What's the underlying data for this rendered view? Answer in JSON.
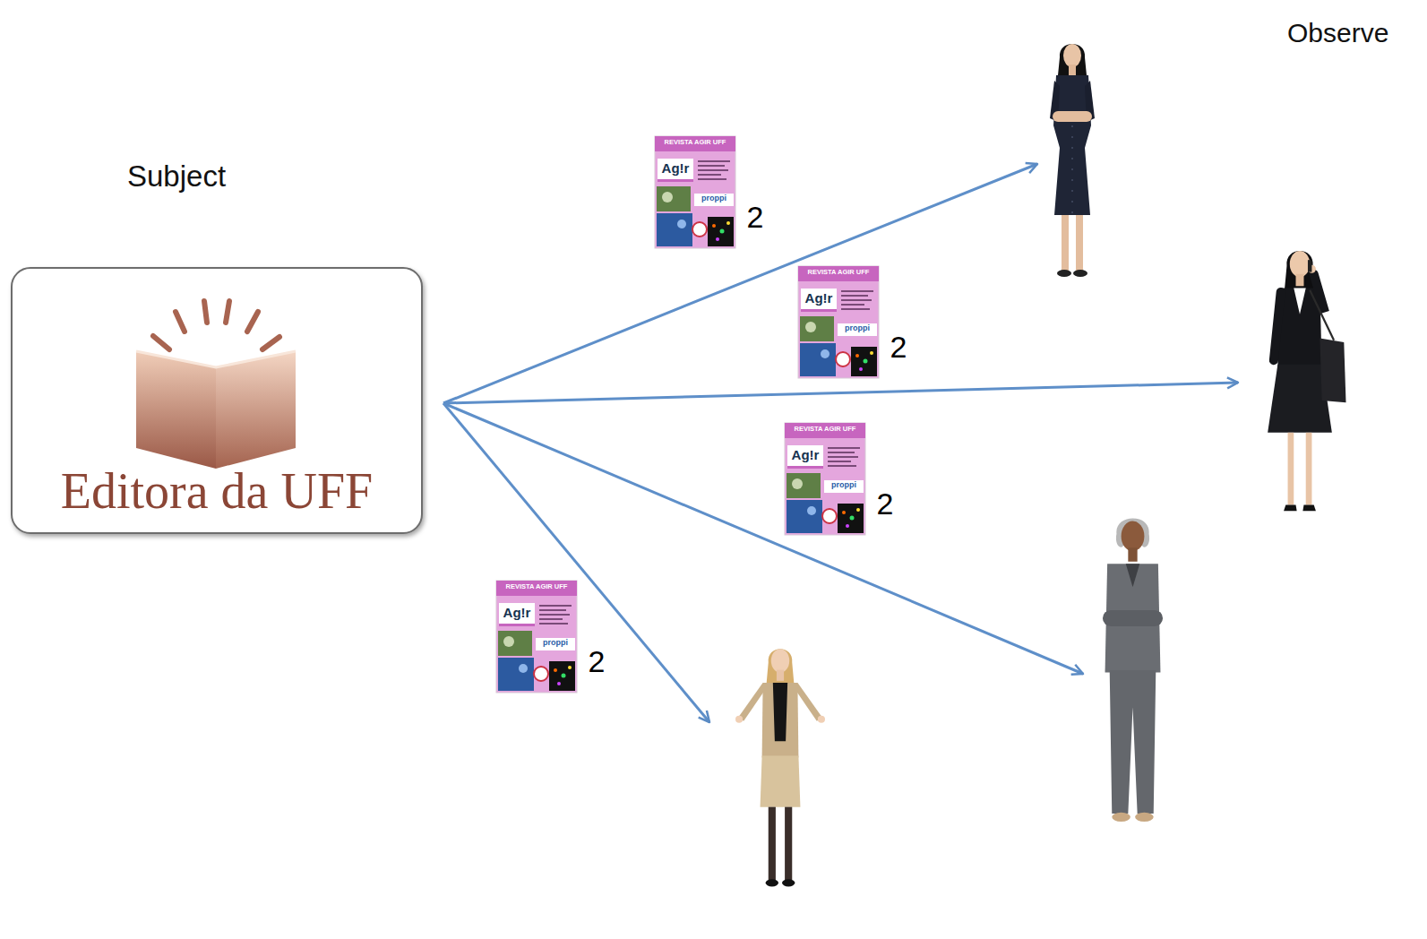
{
  "diagram": {
    "nodes": [
      {
        "text": [
          "Subject",
          "Editora da UFF"
        ]
      },
      {
        "text": [
          "Observe"
        ]
      }
    ],
    "labels": [
      "REVISTA AGIR UFF",
      "Ag!r",
      "proppi",
      "2",
      "REVISTA AGIR UFF",
      "Ag!r",
      "proppi",
      "2",
      "REVISTA AGIR UFF",
      "Ag!r",
      "proppi",
      "2",
      "REVISTA AGIR UFF",
      "Ag!r",
      "proppi",
      "2"
    ]
  }
}
